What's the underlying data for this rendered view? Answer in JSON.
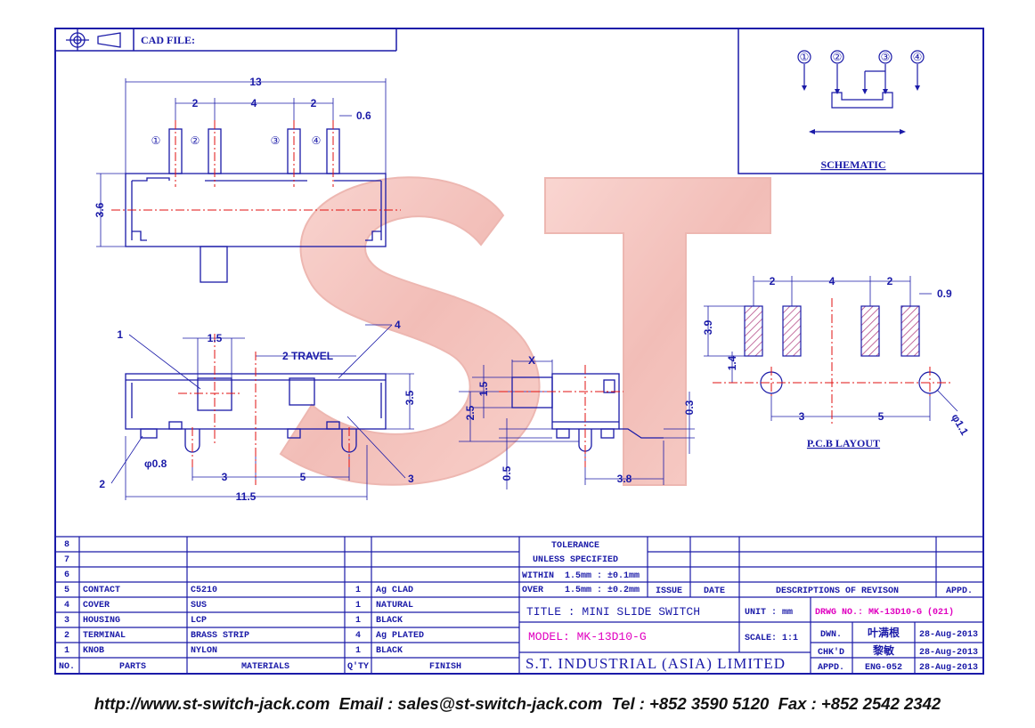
{
  "header": {
    "cad_file_label": "CAD FILE:"
  },
  "top_view": {
    "dims": {
      "overall": "13",
      "pitch_a": "2",
      "pitch_mid": "4",
      "pitch_b": "2",
      "pin_width": "0.6",
      "height": "3.6"
    },
    "pins": [
      "①",
      "②",
      "③",
      "④"
    ]
  },
  "front_view": {
    "dims": {
      "knob": "1.5",
      "travel": "2 TRAVEL",
      "height": "3.5",
      "pin_dia": "φ0.8",
      "p1": "3",
      "p2": "5",
      "overall": "11.5"
    },
    "callouts": [
      "1",
      "2",
      "3",
      "4"
    ]
  },
  "side_view": {
    "dims": {
      "x": "X",
      "knob_h": "1.5",
      "h": "2.5",
      "lead": "0.3",
      "gap": "0.5",
      "depth": "3.8"
    }
  },
  "schematic": {
    "pins": [
      "①",
      "②",
      "③",
      "④"
    ],
    "caption": "SCHEMATIC"
  },
  "pcb": {
    "dims": {
      "p1": "2",
      "p2": "4",
      "p3": "2",
      "w": "0.9",
      "h": "3.9",
      "off": "1.4",
      "h1": "3",
      "h2": "5",
      "hole": "φ1.1"
    },
    "caption": "P.C.B LAYOUT"
  },
  "watermark": "ST",
  "bom": {
    "empty_rows": [
      "8",
      "7",
      "6"
    ],
    "rows": [
      {
        "no": "5",
        "part": "CONTACT",
        "material": "C5210",
        "qty": "1",
        "finish": "Ag CLAD"
      },
      {
        "no": "4",
        "part": "COVER",
        "material": "SUS",
        "qty": "1",
        "finish": "NATURAL"
      },
      {
        "no": "3",
        "part": "HOUSING",
        "material": "LCP",
        "qty": "1",
        "finish": "BLACK"
      },
      {
        "no": "2",
        "part": "TERMINAL",
        "material": "BRASS STRIP",
        "qty": "4",
        "finish": "Ag PLATED"
      },
      {
        "no": "1",
        "part": "KNOB",
        "material": "NYLON",
        "qty": "1",
        "finish": "BLACK"
      }
    ],
    "headers": {
      "no": "NO.",
      "part": "PARTS",
      "material": "MATERIALS",
      "qty": "Q'TY",
      "finish": "FINISH"
    }
  },
  "tolerance": {
    "title": "TOLERANCE",
    "subtitle": "UNLESS SPECIFIED",
    "within": "WITHIN  1.5mm : ±0.1mm",
    "over": "OVER    1.5mm : ±0.2mm"
  },
  "revision": {
    "issue": "ISSUE",
    "date": "DATE",
    "desc": "DESCRIPTIONS OF REVISON",
    "appd": "APPD."
  },
  "title_block": {
    "title": "TITLE : MINI SLIDE SWITCH",
    "unit_label": "UNIT :  mm",
    "drwg_no": "DRWG NO.: MK-13D10-G (021)",
    "model": "MODEL: MK-13D10-G",
    "scale": "SCALE:  1:1",
    "company": "S.T. INDUSTRIAL (ASIA) LIMITED",
    "dwn_label": "DWN.",
    "dwn_name": "叶满根",
    "dwn_date": "28-Aug-2013",
    "chkd_label": "CHK'D",
    "chkd_name": "黎敏",
    "chkd_date": "28-Aug-2013",
    "appd_label": "APPD.",
    "appd_name": "ENG-052",
    "appd_date": "28-Aug-2013"
  },
  "footer": "http://www.st-switch-jack.com  Email : sales@st-switch-jack.com  Tel : +852 3590 5120  Fax : +852 2542 2342",
  "colors": {
    "line": "#1a1aa8",
    "center": "#e01010",
    "magenta": "#e000c0",
    "watermark": "#f2b3ad"
  }
}
